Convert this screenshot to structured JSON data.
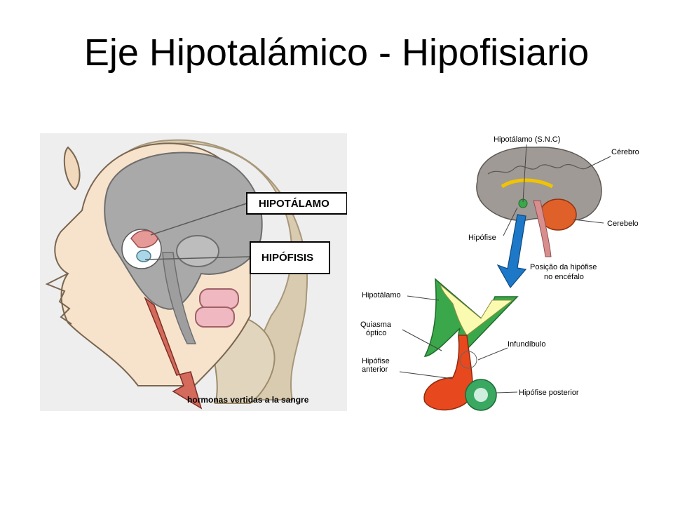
{
  "slide": {
    "title": "Eje Hipotalámico - Hipofisiario"
  },
  "left_figure": {
    "labels": {
      "hipotalamo": "HIPOTÁLAMO",
      "hipofisis": "HIPÓFISIS",
      "arrow_caption": "hormonas vertidas a la sangre"
    },
    "colors": {
      "background": "#eeeeee",
      "brain": "#a9a9a9",
      "skin": "#f7e3cc",
      "hair": "#d8cbb0",
      "arrow": "#d36a5c",
      "vertebra": "#f0b8c0",
      "hypothalamus": "#e59a98",
      "pituitary": "#a9d7e8"
    }
  },
  "right_figure": {
    "labels": {
      "hipotalamo_snc": "Hipotálamo (S.N.C)",
      "cerebro": "Cérebro",
      "cerebelo": "Cerebelo",
      "hipofise": "Hipófise",
      "posicao_line1": "Posição da hipófise",
      "posicao_line2": "no encéfalo",
      "hipotalamo": "Hipotálamo",
      "quiasma_line1": "Quiasma",
      "quiasma_line2": "óptico",
      "infundibulo": "Infundíbulo",
      "hipofise_anterior_line1": "Hipófise",
      "hipofise_anterior_line2": "anterior",
      "hipofise_posterior": "Hipófise posterior"
    },
    "colors": {
      "brain": "#a09a96",
      "cerebellum": "#e0602a",
      "arrow": "#1e78c8",
      "hypothalamus_fill": "#fafab0",
      "green": "#3aa84a",
      "anterior": "#e8481e",
      "posterior": "#3aa860"
    }
  }
}
